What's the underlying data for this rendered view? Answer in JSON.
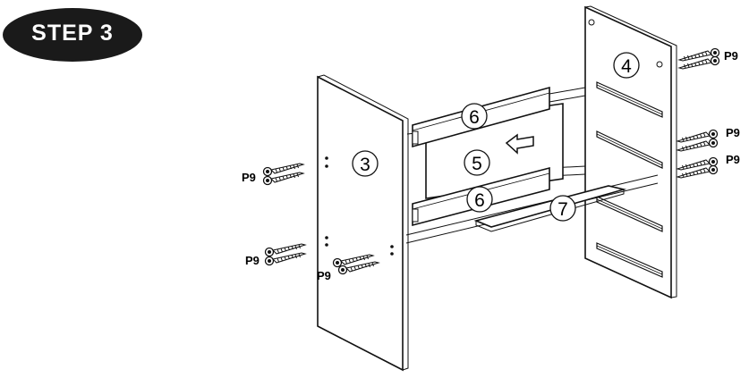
{
  "step": {
    "label": "STEP 3"
  },
  "parts": {
    "p3": "3",
    "p4": "4",
    "p5": "5",
    "p6_top": "6",
    "p6_bottom": "6",
    "p7": "7"
  },
  "hardware": {
    "left_upper": "P9",
    "left_lower": "P9",
    "left_bottom": "P9",
    "right_top": "P9",
    "right_middle": "P9",
    "right_lower": "P9"
  },
  "arrow": {
    "direction": "left"
  }
}
